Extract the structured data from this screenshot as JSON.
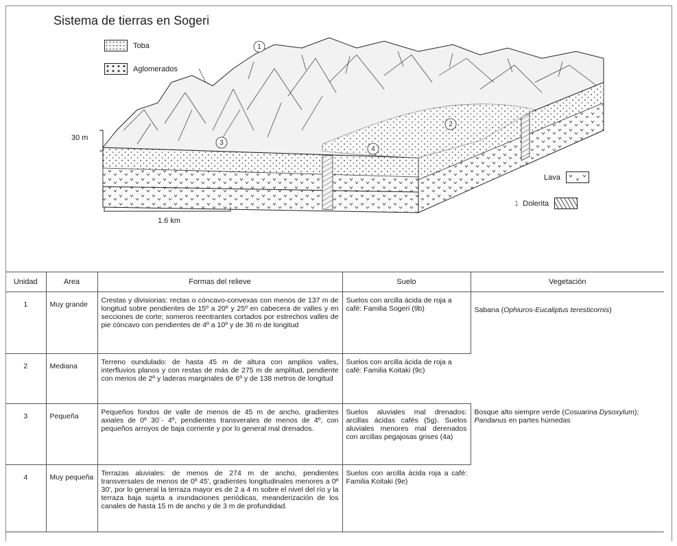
{
  "title": "Sistema de tierras en Sogeri",
  "legend": {
    "toba": "Toba",
    "aglomerados": "Aglomerados",
    "lava": "Lava",
    "dolerita_prefix": "1",
    "dolerita": "Dolerita"
  },
  "scale": {
    "vertical": "30 m",
    "horizontal": "1.6 km"
  },
  "unit_markers": [
    "1",
    "2",
    "3",
    "4"
  ],
  "table": {
    "headers": [
      "Unidad",
      "Area",
      "Formas del relieve",
      "Suelo",
      "Vegetación"
    ],
    "rows": [
      {
        "unidad": "1",
        "area": "Muy grande",
        "formas": "Crestas y divisiorias: rectas o cóncavo-convexas con menos de 137 m de longitud sobre pendientes de 15º a 20º y 25º en cabecera de valles y en secciones de corte; someros reentrantes cortados por estrechos valles de pie cóncavo con pendientes de 4º a 10º y de 36 m de longitud",
        "suelo": "Suelos con arcilla ácida de roja a café: Familia Sogeri (9b)",
        "vegetacion_pre": "Sabana (",
        "vegetacion_it": "Ophiuros-Eucaliptus teresticornis",
        "vegetacion_post": ")"
      },
      {
        "unidad": "2",
        "area": "Mediana",
        "formas": "Terreno oundulado: de hasta 45 m de altura con amplios valles, interfluvios planos y con restas de más de 275 m de amplitud, pendiente con menos de 2º y laderas marginales de 6º y de 138 metros de longitud",
        "suelo": "Suelos con arcilla ácida de roja a café: Familia Koitaki (9c)"
      },
      {
        "unidad": "3",
        "area": "Pequeña",
        "formas": "Pequeños fondos de valle de menos de 45 m de ancho, gradientes axiales de 0º 30´- 4º, pendientes transverales de menos de 4º, con pequeños arroyos de baja corriente y por lo general mal drenados.",
        "suelo": "Suelos aluviales mal drenados: arcillas ácidas cafés (5g). Suelos aluviales menores mal derenados con arcillas pegajosas grises (4a)",
        "vegetacion_pre": "Bosque alto siempre verde (",
        "vegetacion_it": "Cosuarina Dysoxylum",
        "vegetacion_mid": "); ",
        "vegetacion_it2": "Pandanus",
        "vegetacion_post": " en partes húmedas"
      },
      {
        "unidad": "4",
        "area": "Muy pequeña",
        "formas": "Terrazas aluviales: de menos de 274 m de ancho, pendientes transversales de menos de 0º 45', gradientes longitudinales menores a 0º 30', por lo general la terraza mayor es de 2 a 4 m sobre el nivel del río y la terraza baja sujeta a inundaciones periódicas, meanderización de los canales de hasta 15 m de ancho y de 3 m de profundidad.",
        "suelo": "Suelos con arcilla ácida roja a café: Familia Koitaki (9e)"
      }
    ]
  }
}
